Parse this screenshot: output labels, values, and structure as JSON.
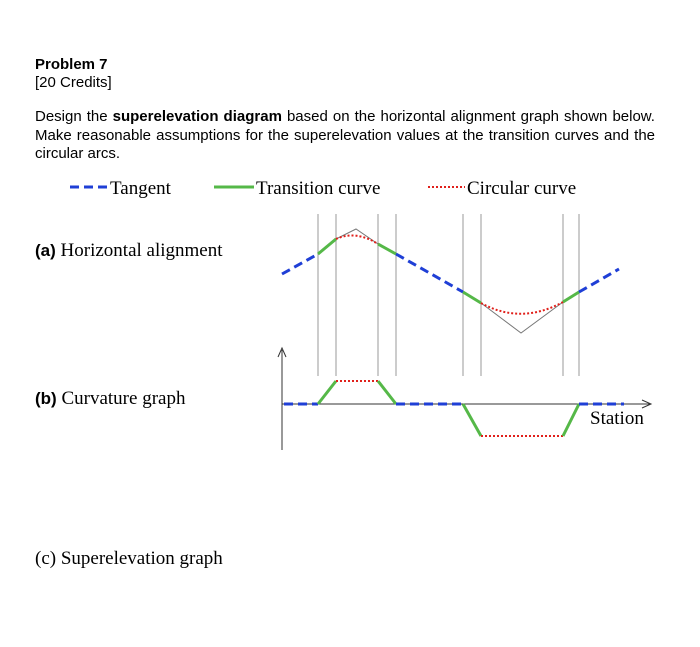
{
  "problem": {
    "title": "Problem 7",
    "credits": "[20 Credits]",
    "text_part1": "Design the ",
    "text_bold": "superelevation diagram",
    "text_part2": " based on the horizontal alignment graph shown below. Make reasonable assumptions for the superelevation values at the transition curves and the circular arcs."
  },
  "legend": {
    "tangent": "Tangent",
    "transition": "Transition curve",
    "circular": "Circular curve"
  },
  "labels": {
    "a_tag": "(a)",
    "a_text": "Horizontal alignment",
    "b_tag": "(b)",
    "b_text": "Curvature graph",
    "c_text": "(c) Superelevation graph",
    "station": "Station"
  },
  "colors": {
    "tangent": "#1f3fd6",
    "transition": "#55b848",
    "circular": "#e0201b",
    "guide": "#999999"
  }
}
